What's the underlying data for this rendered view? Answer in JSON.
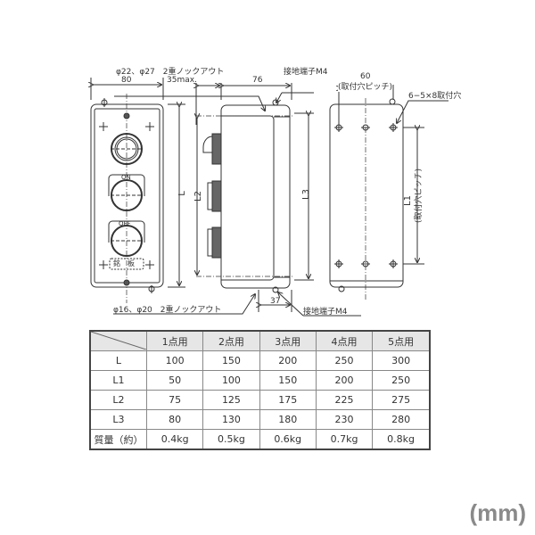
{
  "drawing": {
    "front_view": {
      "knockout_top_label": "φ22、φ27　2重ノックアウト",
      "width_dim": "80",
      "depth_max_dim": "35max.",
      "length_label": "L",
      "button_labels": [
        "ON",
        "OFF"
      ],
      "nameplate_label": "銘　板"
    },
    "side_view": {
      "depth_dim": "76",
      "ground_terminal_top": "接地端子M4",
      "l2_label": "L2",
      "l3_label": "L3",
      "bottom_dim": "37",
      "ground_terminal_bottom": "接地端子M4",
      "knockout_bottom_label": "φ16、φ20　2重ノックアウト"
    },
    "rear_view": {
      "pitch_dim": "60",
      "pitch_label": "(取付穴ピッチ)",
      "mounting_holes_label": "6−5×8取付穴",
      "l1_label": "L1",
      "l1_pitch_label": "(取付穴ピッチ)"
    }
  },
  "table": {
    "columns": [
      "1点用",
      "2点用",
      "3点用",
      "4点用",
      "5点用"
    ],
    "rows": [
      {
        "label": "L",
        "values": [
          "100",
          "150",
          "200",
          "250",
          "300"
        ]
      },
      {
        "label": "L1",
        "values": [
          "50",
          "100",
          "150",
          "200",
          "250"
        ]
      },
      {
        "label": "L2",
        "values": [
          "75",
          "125",
          "175",
          "225",
          "275"
        ]
      },
      {
        "label": "L3",
        "values": [
          "80",
          "130",
          "180",
          "230",
          "280"
        ]
      },
      {
        "label": "質量（約）",
        "values": [
          "0.4kg",
          "0.5kg",
          "0.6kg",
          "0.7kg",
          "0.8kg"
        ]
      }
    ]
  },
  "unit": "(mm)",
  "colors": {
    "line": "#333333",
    "header_bg": "#e6e6e6",
    "unit_text": "#8a8a8a"
  }
}
